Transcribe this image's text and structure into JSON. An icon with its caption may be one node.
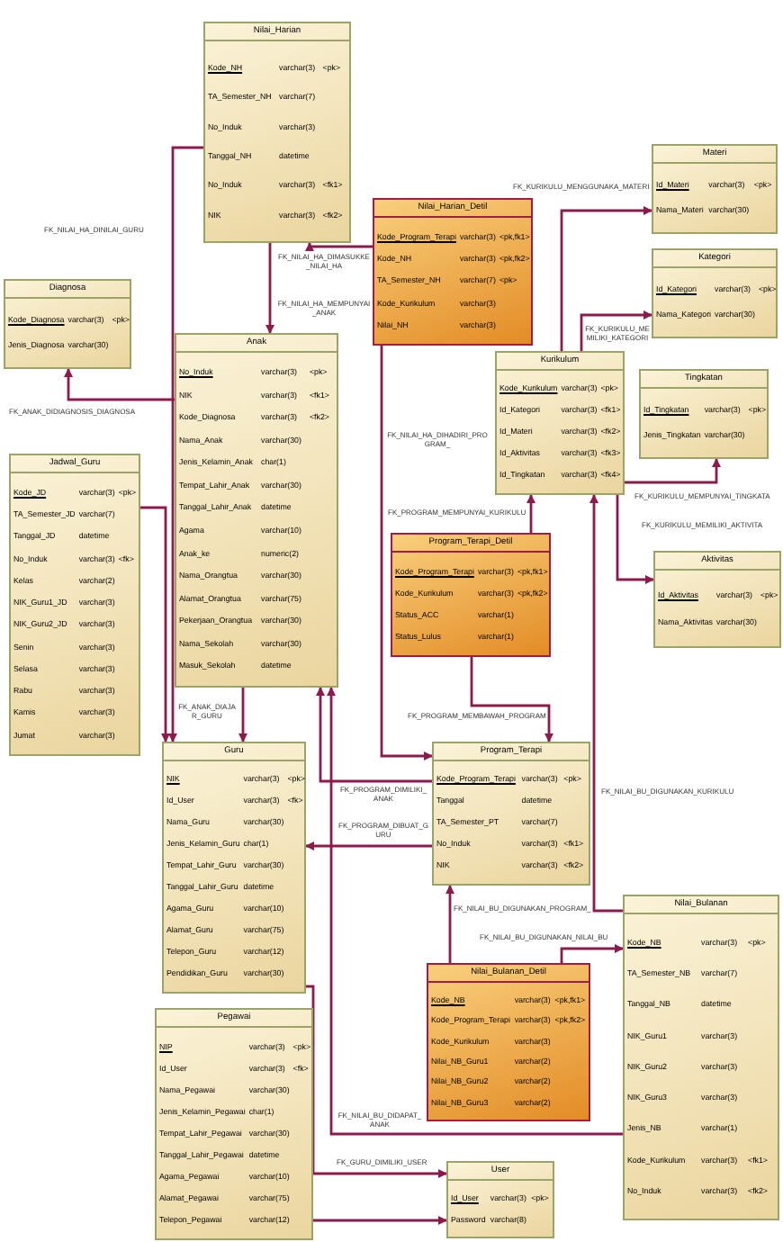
{
  "diagram": {
    "nodes": [
      {
        "text": [
          "Nilai_Harian",
          "Kode_NH",
          "varchar(3)",
          "<pk>",
          "TA_Semester_NH",
          "varchar(7)",
          "No_Induk",
          "varchar(3)",
          "Tanggal_NH",
          "datetime",
          "No_Induk",
          "varchar(3)",
          "<fk1>",
          "NIK",
          "varchar(3)",
          "<fk2>"
        ]
      },
      {
        "text": [
          "Nilai_Harian_Detil",
          "Kode_Program_Terapi",
          "varchar(3)",
          "<pk,fk1>",
          "Kode_NH",
          "varchar(3)",
          "<pk,fk2>",
          "TA_Semester_NH",
          "varchar(7)",
          "<pk>",
          "Kode_Kurikulum",
          "varchar(3)",
          "Nilai_NH",
          "varchar(3)"
        ]
      },
      {
        "text": [
          "Materi",
          "Id_Materi",
          "varchar(3)",
          "<pk>",
          "Nama_Materi",
          "varchar(30)"
        ]
      },
      {
        "text": [
          "Kategori",
          "Id_Kategori",
          "varchar(3)",
          "<pk>",
          "Nama_Kategori",
          "varchar(30)"
        ]
      },
      {
        "text": [
          "Diagnosa",
          "Kode_Diagnosa",
          "varchar(3)",
          "<pk>",
          "Jenis_Diagnosa",
          "varchar(30)"
        ]
      },
      {
        "text": [
          "Anak",
          "No_Induk",
          "varchar(3)",
          "<pk>",
          "NIK",
          "varchar(3)",
          "<fk1>",
          "Kode_Diagnosa",
          "varchar(3)",
          "<fk2>",
          "Nama_Anak",
          "varchar(30)",
          "Jenis_Kelamin_Anak",
          "char(1)",
          "Tempat_Lahir_Anak",
          "varchar(30)",
          "Tanggal_Lahir_Anak",
          "datetime",
          "Agama",
          "varchar(10)",
          "Anak_ke",
          "numeric(2)",
          "Nama_Orangtua",
          "varchar(30)",
          "Alamat_Orangtua",
          "varchar(75)",
          "Pekerjaan_Orangtua",
          "varchar(30)",
          "Nama_Sekolah",
          "varchar(30)",
          "Masuk_Sekolah",
          "datetime"
        ]
      },
      {
        "text": [
          "Kurikulum",
          "Kode_Kurikulum",
          "varchar(3)",
          "<pk>",
          "Id_Kategori",
          "varchar(3)",
          "<fk1>",
          "Id_Materi",
          "varchar(3)",
          "<fk2>",
          "Id_Aktivitas",
          "varchar(3)",
          "<fk3>",
          "Id_Tingkatan",
          "varchar(3)",
          "<fk4>"
        ]
      },
      {
        "text": [
          "Tingkatan",
          "Id_Tingkatan",
          "varchar(3)",
          "<pk>",
          "Jenis_Tingkatan",
          "varchar(30)"
        ]
      },
      {
        "text": [
          "Jadwal_Guru",
          "Kode_JD",
          "varchar(3)",
          "<pk>",
          "TA_Semester_JD",
          "varchar(7)",
          "Tanggal_JD",
          "datetime",
          "No_Induk",
          "varchar(3)",
          "<fk>",
          "Kelas",
          "varchar(2)",
          "NIK_Guru1_JD",
          "varchar(3)",
          "NIK_Guru2_JD",
          "varchar(3)",
          "Senin",
          "varchar(3)",
          "Selasa",
          "varchar(3)",
          "Rabu",
          "varchar(3)",
          "Kamis",
          "varchar(3)",
          "Jumat",
          "varchar(3)"
        ]
      },
      {
        "text": [
          "Program_Terapi_Detil",
          "Kode_Program_Terapi",
          "varchar(3)",
          "<pk,fk1>",
          "Kode_Kurikulum",
          "varchar(3)",
          "<pk,fk2>",
          "Status_ACC",
          "varchar(1)",
          "Status_Lulus",
          "varchar(1)"
        ]
      },
      {
        "text": [
          "Aktivitas",
          "Id_Aktivitas",
          "varchar(3)",
          "<pk>",
          "Nama_Aktivitas",
          "varchar(30)"
        ]
      },
      {
        "text": [
          "Guru",
          "NIK",
          "varchar(3)",
          "<pk>",
          "Id_User",
          "varchar(3)",
          "<fk>",
          "Nama_Guru",
          "varchar(30)",
          "Jenis_Kelamin_Guru",
          "char(1)",
          "Tempat_Lahir_Guru",
          "varchar(30)",
          "Tanggal_Lahir_Guru",
          "datetime",
          "Agama_Guru",
          "varchar(10)",
          "Alamat_Guru",
          "varchar(75)",
          "Telepon_Guru",
          "varchar(12)",
          "Pendidikan_Guru",
          "varchar(30)"
        ]
      },
      {
        "text": [
          "Program_Terapi",
          "Kode_Program_Terapi",
          "varchar(3)",
          "<pk>",
          "Tanggal",
          "datetime",
          "TA_Semester_PT",
          "varchar(7)",
          "No_Induk",
          "varchar(3)",
          "<fk1>",
          "NIK",
          "varchar(3)",
          "<fk2>"
        ]
      },
      {
        "text": [
          "Nilai_Bulanan",
          "Kode_NB",
          "varchar(3)",
          "<pk>",
          "TA_Semester_NB",
          "varchar(7)",
          "Tanggal_NB",
          "datetime",
          "NIK_Guru1",
          "varchar(3)",
          "NIK_Guru2",
          "varchar(3)",
          "NIK_Guru3",
          "varchar(3)",
          "Jenis_NB",
          "varchar(1)",
          "Kode_Kurikulum",
          "varchar(3)",
          "<fk1>",
          "No_Induk",
          "varchar(3)",
          "<fk2>"
        ]
      },
      {
        "text": [
          "Nilai_Bulanan_Detil",
          "Kode_NB",
          "varchar(3)",
          "<pk,fk1>",
          "Kode_Program_Terapi",
          "varchar(3)",
          "<pk,fk2>",
          "Kode_Kurikulum",
          "varchar(3)",
          "Nilai_NB_Guru1",
          "varchar(2)",
          "Nilai_NB_Guru2",
          "varchar(2)",
          "Nilai_NB_Guru3",
          "varchar(2)"
        ]
      },
      {
        "text": [
          "Pegawai",
          "NIP",
          "varchar(3)",
          "<pk>",
          "Id_User",
          "varchar(3)",
          "<fk>",
          "Nama_Pegawai",
          "varchar(30)",
          "Jenis_Kelamin_Pegawai",
          "char(1)",
          "Tempat_Lahir_Pegawai",
          "varchar(30)",
          "Tanggal_Lahir_Pegawai",
          "datetime",
          "Agama_Pegawai",
          "varchar(10)",
          "Alamat_Pegawai",
          "varchar(75)",
          "Telepon_Pegawai",
          "varchar(12)"
        ]
      },
      {
        "text": [
          "User",
          "Id_User",
          "varchar(3)",
          "<pk>",
          "Password",
          "varchar(8)"
        ]
      }
    ],
    "edges": [
      {
        "from": 0,
        "to": 11,
        "arrow": "to",
        "label": "FK_NILAI_HA_DINILAI_GURU"
      },
      {
        "from": 1,
        "to": 0,
        "arrow": "to",
        "label": "FK_NILAI_HA_DIMASUKKE_NILAI_HA"
      },
      {
        "from": 0,
        "to": 5,
        "arrow": "to",
        "label": "FK_NILAI_HA_MEMPUNYAI_ANAK"
      },
      {
        "from": 5,
        "to": 4,
        "arrow": "to",
        "label": "FK_ANAK_DIDIAGNOSIS_DIAGNOSA"
      },
      {
        "from": 8,
        "to": 11,
        "arrow": "to"
      },
      {
        "from": 5,
        "to": 11,
        "arrow": "to",
        "label": "FK_ANAK_DIAJAR_GURU"
      },
      {
        "from": 1,
        "to": 12,
        "arrow": "to",
        "label": "FK_NILAI_HA_DIHADIRI_PROGRAM_"
      },
      {
        "from": 12,
        "to": 5,
        "arrow": "to",
        "label": "FK_PROGRAM_DIMILIKI_ANAK"
      },
      {
        "from": 12,
        "to": 11,
        "arrow": "to",
        "label": "FK_PROGRAM_DIBUAT_GURU"
      },
      {
        "from": 6,
        "to": 2,
        "arrow": "to",
        "label": "FK_KURIKULU_MENGGUNAKA_MATERI"
      },
      {
        "from": 6,
        "to": 3,
        "arrow": "to",
        "label": "FK_KURIKULU_MEMILIKI_KATEGORI"
      },
      {
        "from": 9,
        "to": 6,
        "arrow": "to",
        "label": "FK_PROGRAM_MEMPUNYAI_KURIKULU"
      },
      {
        "from": 6,
        "to": 7,
        "arrow": "to",
        "label": "FK_KURIKULU_MEMPUNYAI_TINGKATA"
      },
      {
        "from": 6,
        "to": 10,
        "arrow": "to",
        "label": "FK_KURIKULU_MEMILIKI_AKTIVITA"
      },
      {
        "from": 9,
        "to": 12,
        "arrow": "to",
        "label": "FK_PROGRAM_MEMBAWAH_PROGRAM"
      },
      {
        "from": 13,
        "to": 6,
        "arrow": "to",
        "label": "FK_NILAI_BU_DIGUNAKAN_KURIKULU"
      },
      {
        "from": 14,
        "to": 12,
        "arrow": "to",
        "label": "FK_NILAI_BU_DIGUNAKAN_PROGRAM_"
      },
      {
        "from": 14,
        "to": 13,
        "arrow": "to",
        "label": "FK_NILAI_BU_DIGUNAKAN_NILAI_BU"
      },
      {
        "from": 13,
        "to": 5,
        "arrow": "to",
        "label": "FK_NILAI_BU_DIDAPAT_ANAK"
      },
      {
        "from": 11,
        "to": 16,
        "arrow": "to",
        "label": "FK_GURU_DIMILIKI_USER"
      },
      {
        "from": 15,
        "to": 16,
        "arrow": "to"
      }
    ]
  }
}
